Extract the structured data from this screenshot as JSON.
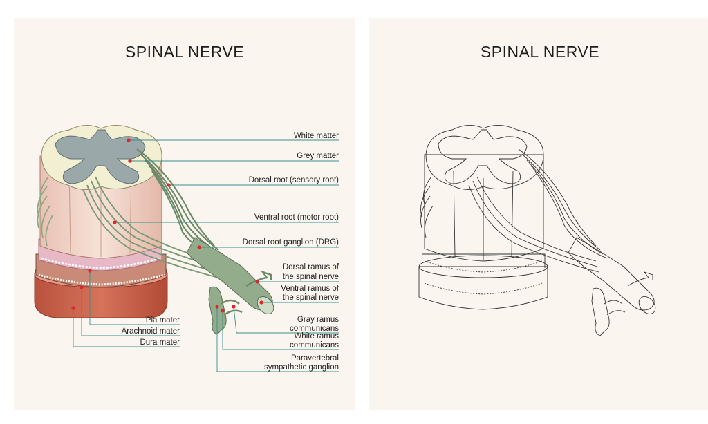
{
  "left_panel": {
    "title": "SPINAL NERVE",
    "labels": {
      "white_matter": "White matter",
      "grey_matter": "Grey matter",
      "dorsal_root": "Dorsal root (sensory root)",
      "ventral_root": "Ventral root (motor root)",
      "drg": "Dorsal root ganglion (DRG)",
      "dorsal_ramus_1": "Dorsal ramus of",
      "dorsal_ramus_2": "the spinal nerve",
      "ventral_ramus_1": "Ventral ramus of",
      "ventral_ramus_2": "the spinal nerve",
      "gray_ramus_1": "Gray ramus",
      "gray_ramus_2": "communicans",
      "white_ramus_1": "White ramus",
      "white_ramus_2": "communicans",
      "paravertebral_1": "Paravertebral",
      "paravertebral_2": "sympathetic ganglion",
      "pia_mater": "Pia mater",
      "arachnoid_mater": "Arachnoid mater",
      "dura_mater": "Dura mater"
    }
  },
  "right_panel": {
    "title": "SPINAL NERVE"
  },
  "colors": {
    "panel_bg": "#faf6ef",
    "white_matter": "#f3efd2",
    "grey_matter": "#9aa8aa",
    "nerve_green": "#93ad8c",
    "cord_body": "#f3d8cc",
    "pia": "#e6b7c4",
    "arachnoid": "#d49a8c",
    "dura": "#c9624c",
    "leader_line": "#3a8f8f",
    "marker": "#e0242a"
  }
}
